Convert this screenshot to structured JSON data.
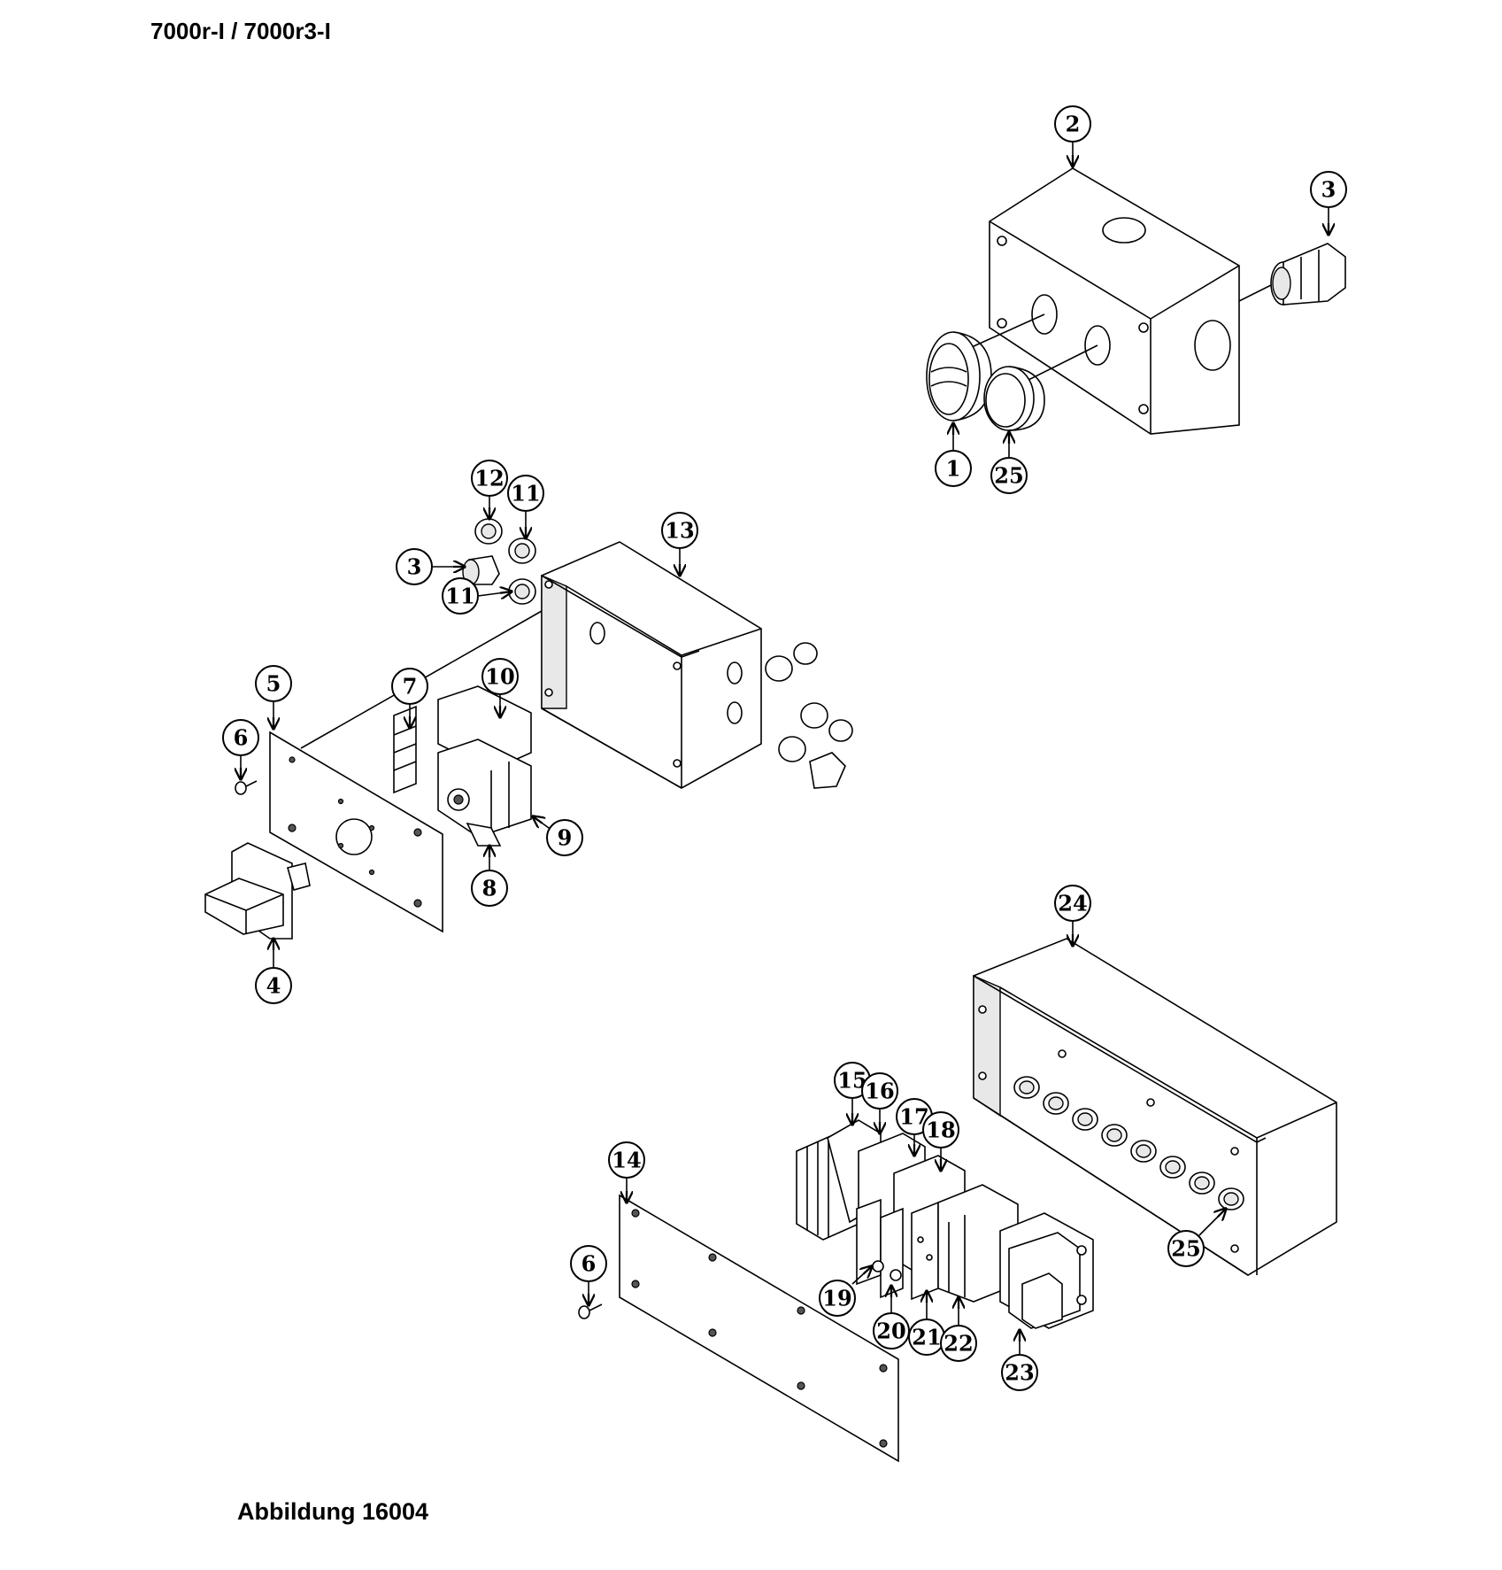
{
  "title": "7000r-I / 7000r3-I",
  "caption": "Abbildung 16004",
  "callouts": {
    "c1": "1",
    "c2": "2",
    "c3a": "3",
    "c3b": "3",
    "c4": "4",
    "c5": "5",
    "c6a": "6",
    "c6b": "6",
    "c7": "7",
    "c8": "8",
    "c9": "9",
    "c10": "10",
    "c11a": "11",
    "c11b": "11",
    "c12": "12",
    "c13": "13",
    "c14": "14",
    "c15": "15",
    "c16": "16",
    "c17": "17",
    "c18": "18",
    "c19": "19",
    "c20": "20",
    "c21": "21",
    "c22": "22",
    "c23": "23",
    "c24": "24",
    "c25a": "25",
    "c25b": "25"
  }
}
